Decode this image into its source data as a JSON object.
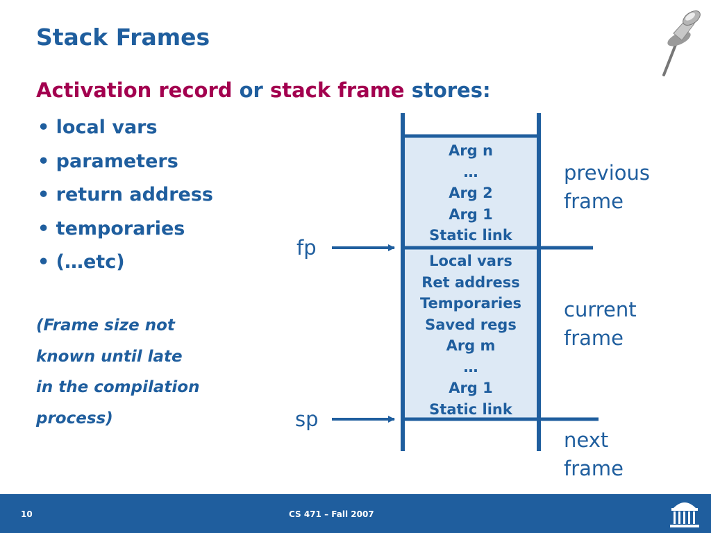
{
  "slide": {
    "title": "Stack Frames",
    "subtitle": {
      "part1": "Activation record",
      "part2": " or ",
      "part3": "stack frame",
      "part4": " stores:"
    },
    "bullets": [
      "• local vars",
      "• parameters",
      "• return address",
      "• temporaries",
      "• (…etc)"
    ],
    "note": [
      "(Frame size not",
      "known until late",
      "in the compilation",
      "process)"
    ]
  },
  "diagram": {
    "previous_cells": [
      "Arg n",
      "…",
      "Arg 2",
      "Arg 1",
      "Static link"
    ],
    "current_cells": [
      "Local vars",
      "Ret address",
      "Temporaries",
      "Saved regs",
      "Arg m",
      "…",
      "Arg 1",
      "Static link"
    ],
    "labels": {
      "previous": [
        "previous",
        "frame"
      ],
      "current": [
        "current",
        "frame"
      ],
      "next": [
        "next",
        "frame"
      ]
    },
    "pointers": {
      "fp": "fp",
      "sp": "sp"
    },
    "colors": {
      "text": "#1f5e9e",
      "frame_fill": "#dde9f5",
      "emphasis": "#a3004f"
    }
  },
  "footer": {
    "page_number": "10",
    "course": "CS 471 – Fall 2007"
  }
}
